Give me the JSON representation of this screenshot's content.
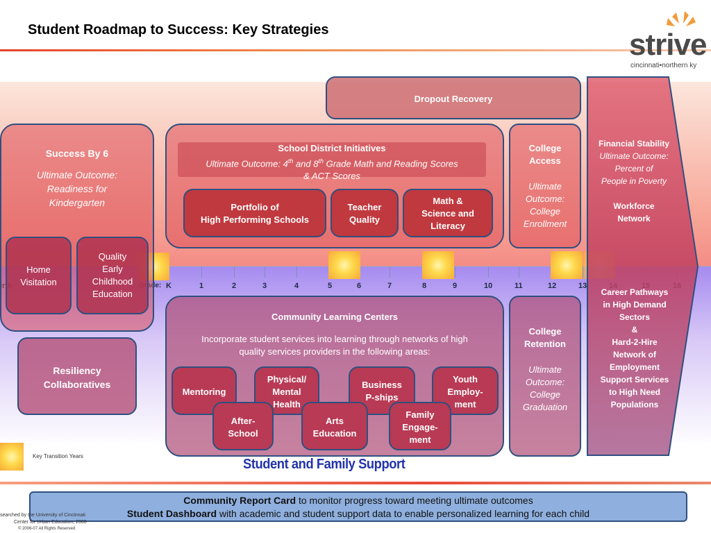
{
  "header": {
    "title": "Student Roadmap to Success:  Key Strategies"
  },
  "logo": {
    "word": "strive",
    "sub": "cincinnati•northern ky"
  },
  "colors": {
    "box_border": "#2f4f7f",
    "dark_box": "#c0393f",
    "report_card_bg": "#8fb0de",
    "support_title": "#2233aa"
  },
  "top": {
    "dropout": "Dropout Recovery",
    "success_by_6": {
      "title": "Success By 6",
      "outcome_1": "Ultimate Outcome:",
      "outcome_2": "Readiness for",
      "outcome_3": "Kindergarten"
    },
    "home_visitation": {
      "l1": "Home",
      "l2": "Visitation"
    },
    "quality_ece": {
      "l1": "Quality",
      "l2": "Early",
      "l3": "Childhood",
      "l4": "Education"
    },
    "school_district": {
      "title": "School District Initiatives",
      "outcome_a": "Ultimate Outcome: 4",
      "sup1": "th",
      "outcome_b": " and 8",
      "sup2": "th",
      "outcome_c": " Grade Math and Reading Scores",
      "outcome_d": "& ACT Scores"
    },
    "portfolio": {
      "l1": "Portfolio of",
      "l2": "High Performing Schools"
    },
    "teacher": {
      "l1": "Teacher",
      "l2": "Quality"
    },
    "math": {
      "l1": "Math &",
      "l2": "Science and",
      "l3": "Literacy"
    },
    "college_access": {
      "l1": "College",
      "l2": "Access",
      "o1": "Ultimate",
      "o2": "Outcome:",
      "o3": "College",
      "o4": "Enrollment"
    },
    "financial": {
      "l1": "Financial Stability",
      "o1": "Ultimate Outcome:",
      "o2": "Percent of",
      "o3": "People in Poverty",
      "w1": "Workforce",
      "w2": "Network"
    }
  },
  "timeline": {
    "birth": "irth",
    "grade": "Grade:",
    "ticks": [
      "K",
      "1",
      "2",
      "3",
      "4",
      "5",
      "6",
      "7",
      "8",
      "9",
      "10",
      "11",
      "12",
      "13",
      "14",
      "15",
      "16"
    ]
  },
  "bottom": {
    "resiliency": {
      "l1": "Resiliency",
      "l2": "Collaboratives"
    },
    "clc": {
      "title": "Community Learning Centers",
      "desc_1": "Incorporate student services into learning through networks of high",
      "desc_2": "quality services providers in the following areas:"
    },
    "mentoring": "Mentoring",
    "physical": {
      "l1": "Physical/",
      "l2": "Mental",
      "l3": "Health"
    },
    "business": {
      "l1": "Business",
      "l2": "P-ships"
    },
    "youth": {
      "l1": "Youth",
      "l2": "Employ-",
      "l3": "ment"
    },
    "after_school": {
      "l1": "After-",
      "l2": "School"
    },
    "arts": {
      "l1": "Arts",
      "l2": "Education"
    },
    "family": {
      "l1": "Family",
      "l2": "Engage-",
      "l3": "ment"
    },
    "college_retention": {
      "l1": "College",
      "l2": "Retention",
      "o1": "Ultimate",
      "o2": "Outcome:",
      "o3": "College",
      "o4": "Graduation"
    },
    "career": {
      "l1": "Career Pathways",
      "l2": "in High Demand",
      "l3": "Sectors",
      "l4": "&",
      "l5": "Hard-2-Hire",
      "l6": "Network  of",
      "l7": "Employment",
      "l8": "Support Services",
      "l9": "to  High Need",
      "l10": "Populations"
    },
    "support_title": "Student and Family Support"
  },
  "legend": {
    "key_transition": "Key Transition Years"
  },
  "report": {
    "card_bold": "Community Report Card",
    "card_rest": " to monitor progress toward meeting ultimate outcomes",
    "dash_bold": "Student Dashboard",
    "dash_rest": " with academic and student support data to enable personalized learning for each child"
  },
  "credits": {
    "c1": "searched by the University of Cincinnati",
    "c2": "Center for Urban Education, 2008",
    "c3": "© 2006-07 All Rights Reserved"
  }
}
